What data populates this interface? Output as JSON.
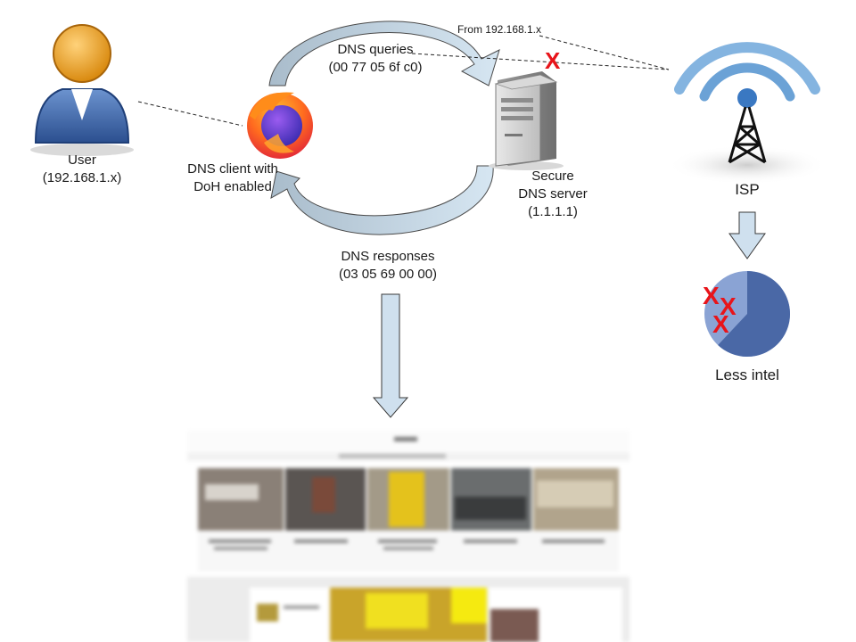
{
  "user": {
    "label": "User",
    "ip": "(192.168.1.x)"
  },
  "client": {
    "label_line1": "DNS client with",
    "label_line2": "DoH enabled"
  },
  "queries": {
    "label": "DNS queries",
    "bytes": "(00 77 05 6f c0)"
  },
  "responses": {
    "label": "DNS responses",
    "bytes": "(03 05 69 00 00)"
  },
  "server": {
    "line1": "Secure",
    "line2": "DNS server",
    "line3": "(1.1.1.1)"
  },
  "sniff": {
    "label": "From 192.168.1.x",
    "blocked_mark": "X"
  },
  "isp": {
    "label": "ISP"
  },
  "intel": {
    "label": "Less intel",
    "marks": [
      "X",
      "X",
      "X"
    ],
    "known_fraction": 0.62,
    "colors": {
      "known": "#4a68a6",
      "unknown": "#8aa3d4"
    }
  },
  "colors": {
    "arrow_fill": "#cfe0ee",
    "arrow_stroke": "#3a3a3a",
    "cross": "#e8141a"
  }
}
